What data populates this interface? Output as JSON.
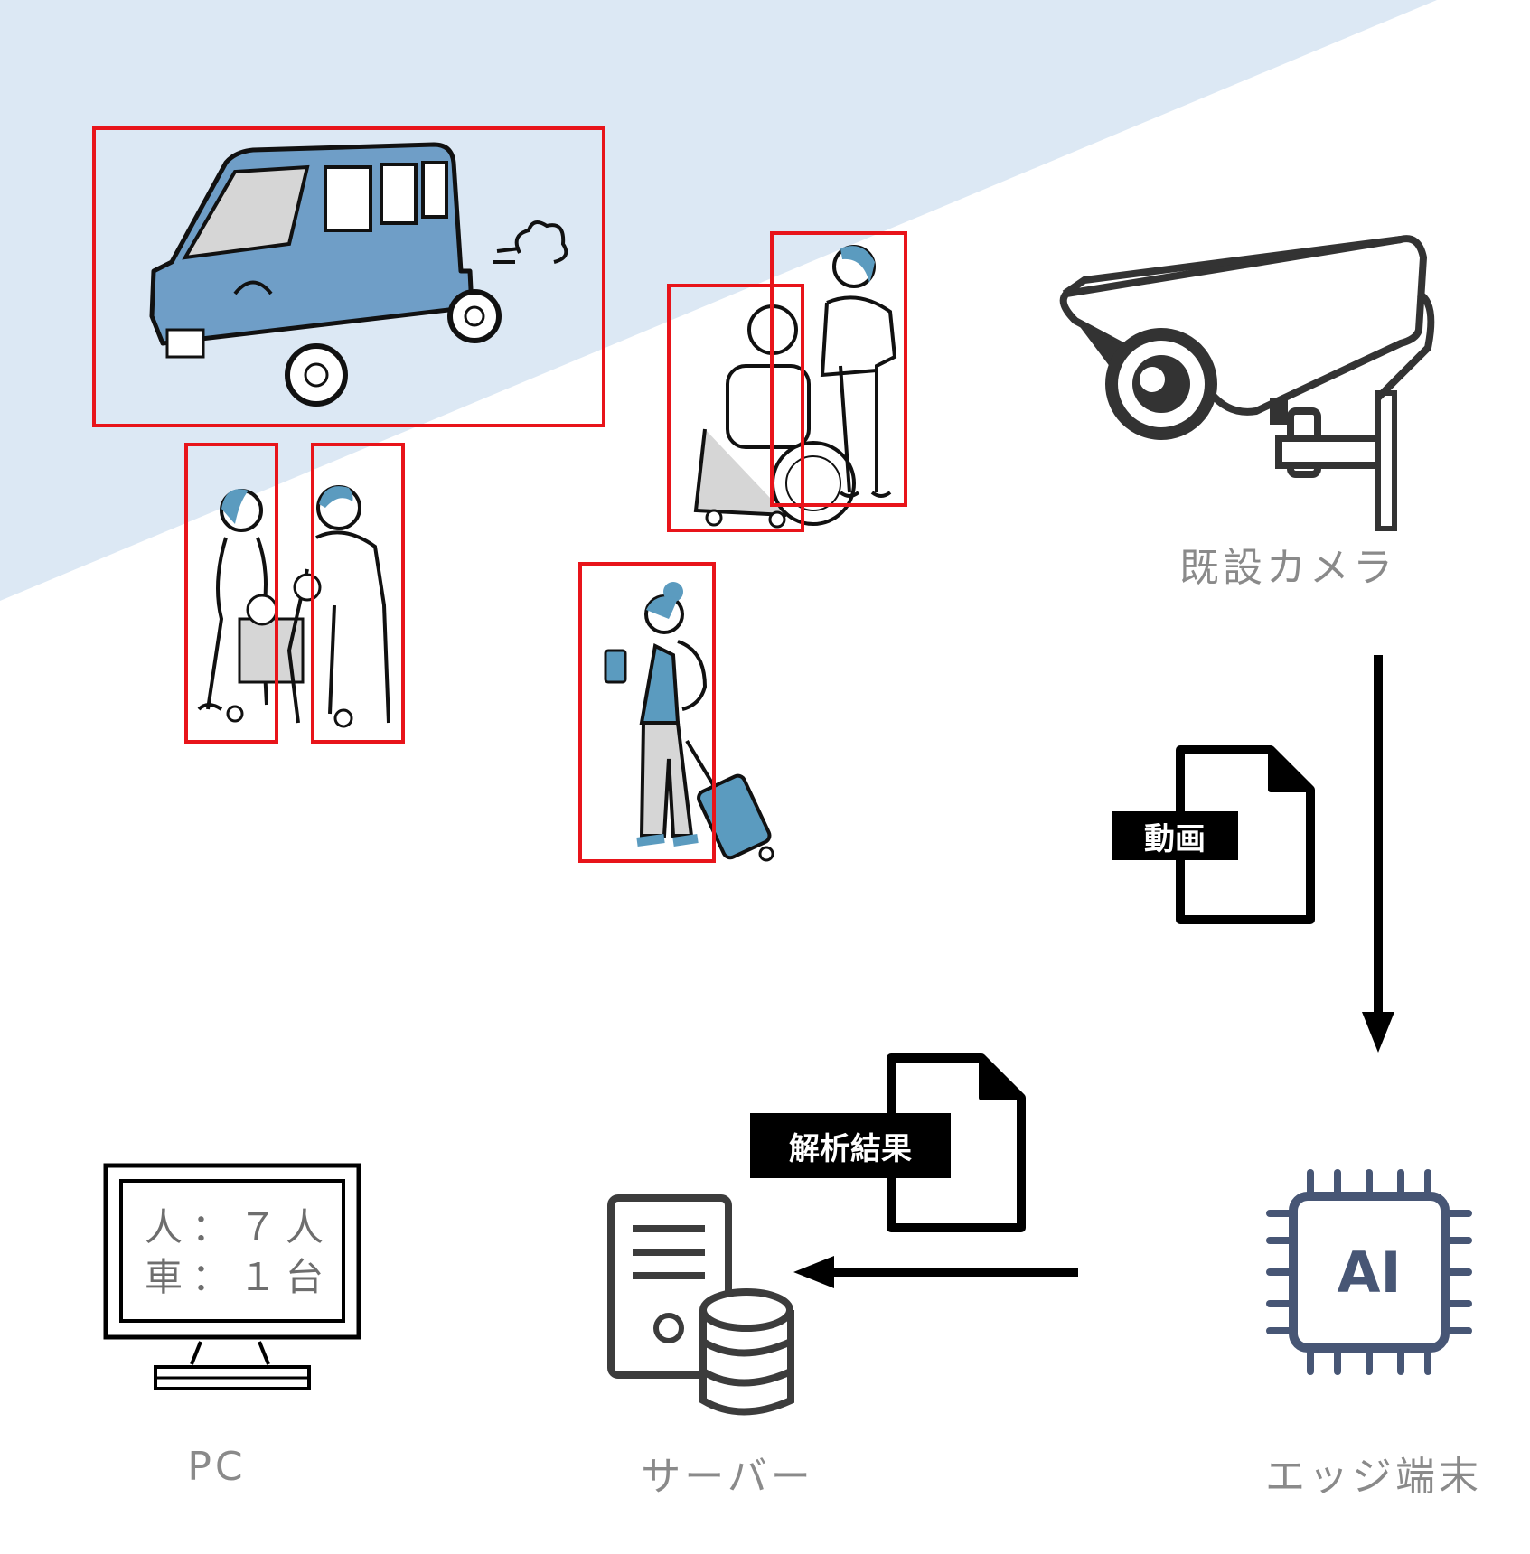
{
  "colors": {
    "background_band": "#dce8f4",
    "detection_box": "#e8141a",
    "illustration_blue": "#6f9ec7",
    "caption_gray": "#8a8a8a",
    "chip_navy": "#475675"
  },
  "camera": {
    "label": "既設カメラ",
    "icon": "security-camera-icon"
  },
  "video_file": {
    "tag": "動画",
    "icon": "file-icon"
  },
  "edge_device": {
    "label": "エッジ端末",
    "chip_text": "AI",
    "icon": "ai-chip-icon"
  },
  "result_file": {
    "tag": "解析結果",
    "icon": "file-icon"
  },
  "server": {
    "label": "サーバー",
    "icon": "server-database-icon"
  },
  "pc": {
    "label": "PC",
    "icon": "monitor-icon",
    "screen_lines": [
      "人：７人",
      "車：１台"
    ]
  },
  "scene": {
    "detected_objects": [
      {
        "kind": "car",
        "icon": "van-icon"
      },
      {
        "kind": "person",
        "icon": "woman-pushing-stroller-icon"
      },
      {
        "kind": "person",
        "icon": "man-pushing-stroller-icon"
      },
      {
        "kind": "person",
        "icon": "elderly-wheelchair-icon"
      },
      {
        "kind": "person",
        "icon": "caregiver-icon"
      },
      {
        "kind": "person",
        "icon": "traveler-with-suitcase-icon"
      }
    ]
  }
}
